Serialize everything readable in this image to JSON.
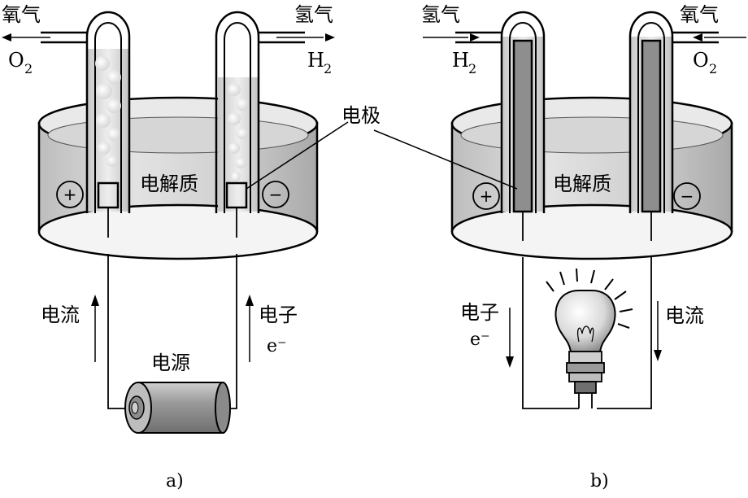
{
  "panel_a": {
    "oxygen_label": "氧气",
    "oxygen_formula": "O",
    "oxygen_sub": "2",
    "hydrogen_label": "氢气",
    "hydrogen_formula": "H",
    "hydrogen_sub": "2",
    "electrolyte_label": "电解质",
    "plus_sign": "+",
    "minus_sign": "−",
    "current_label": "电流",
    "electron_label": "电子",
    "electron_symbol": "e⁻",
    "power_label": "电源",
    "caption": "a)"
  },
  "panel_b": {
    "hydrogen_label": "氢气",
    "hydrogen_formula": "H",
    "hydrogen_sub": "2",
    "oxygen_label": "氧气",
    "oxygen_formula": "O",
    "oxygen_sub": "2",
    "electrolyte_label": "电解质",
    "plus_sign": "+",
    "minus_sign": "−",
    "electron_label": "电子",
    "electron_symbol": "e⁻",
    "current_label": "电流",
    "caption": "b)"
  },
  "shared": {
    "electrode_label": "电极"
  }
}
